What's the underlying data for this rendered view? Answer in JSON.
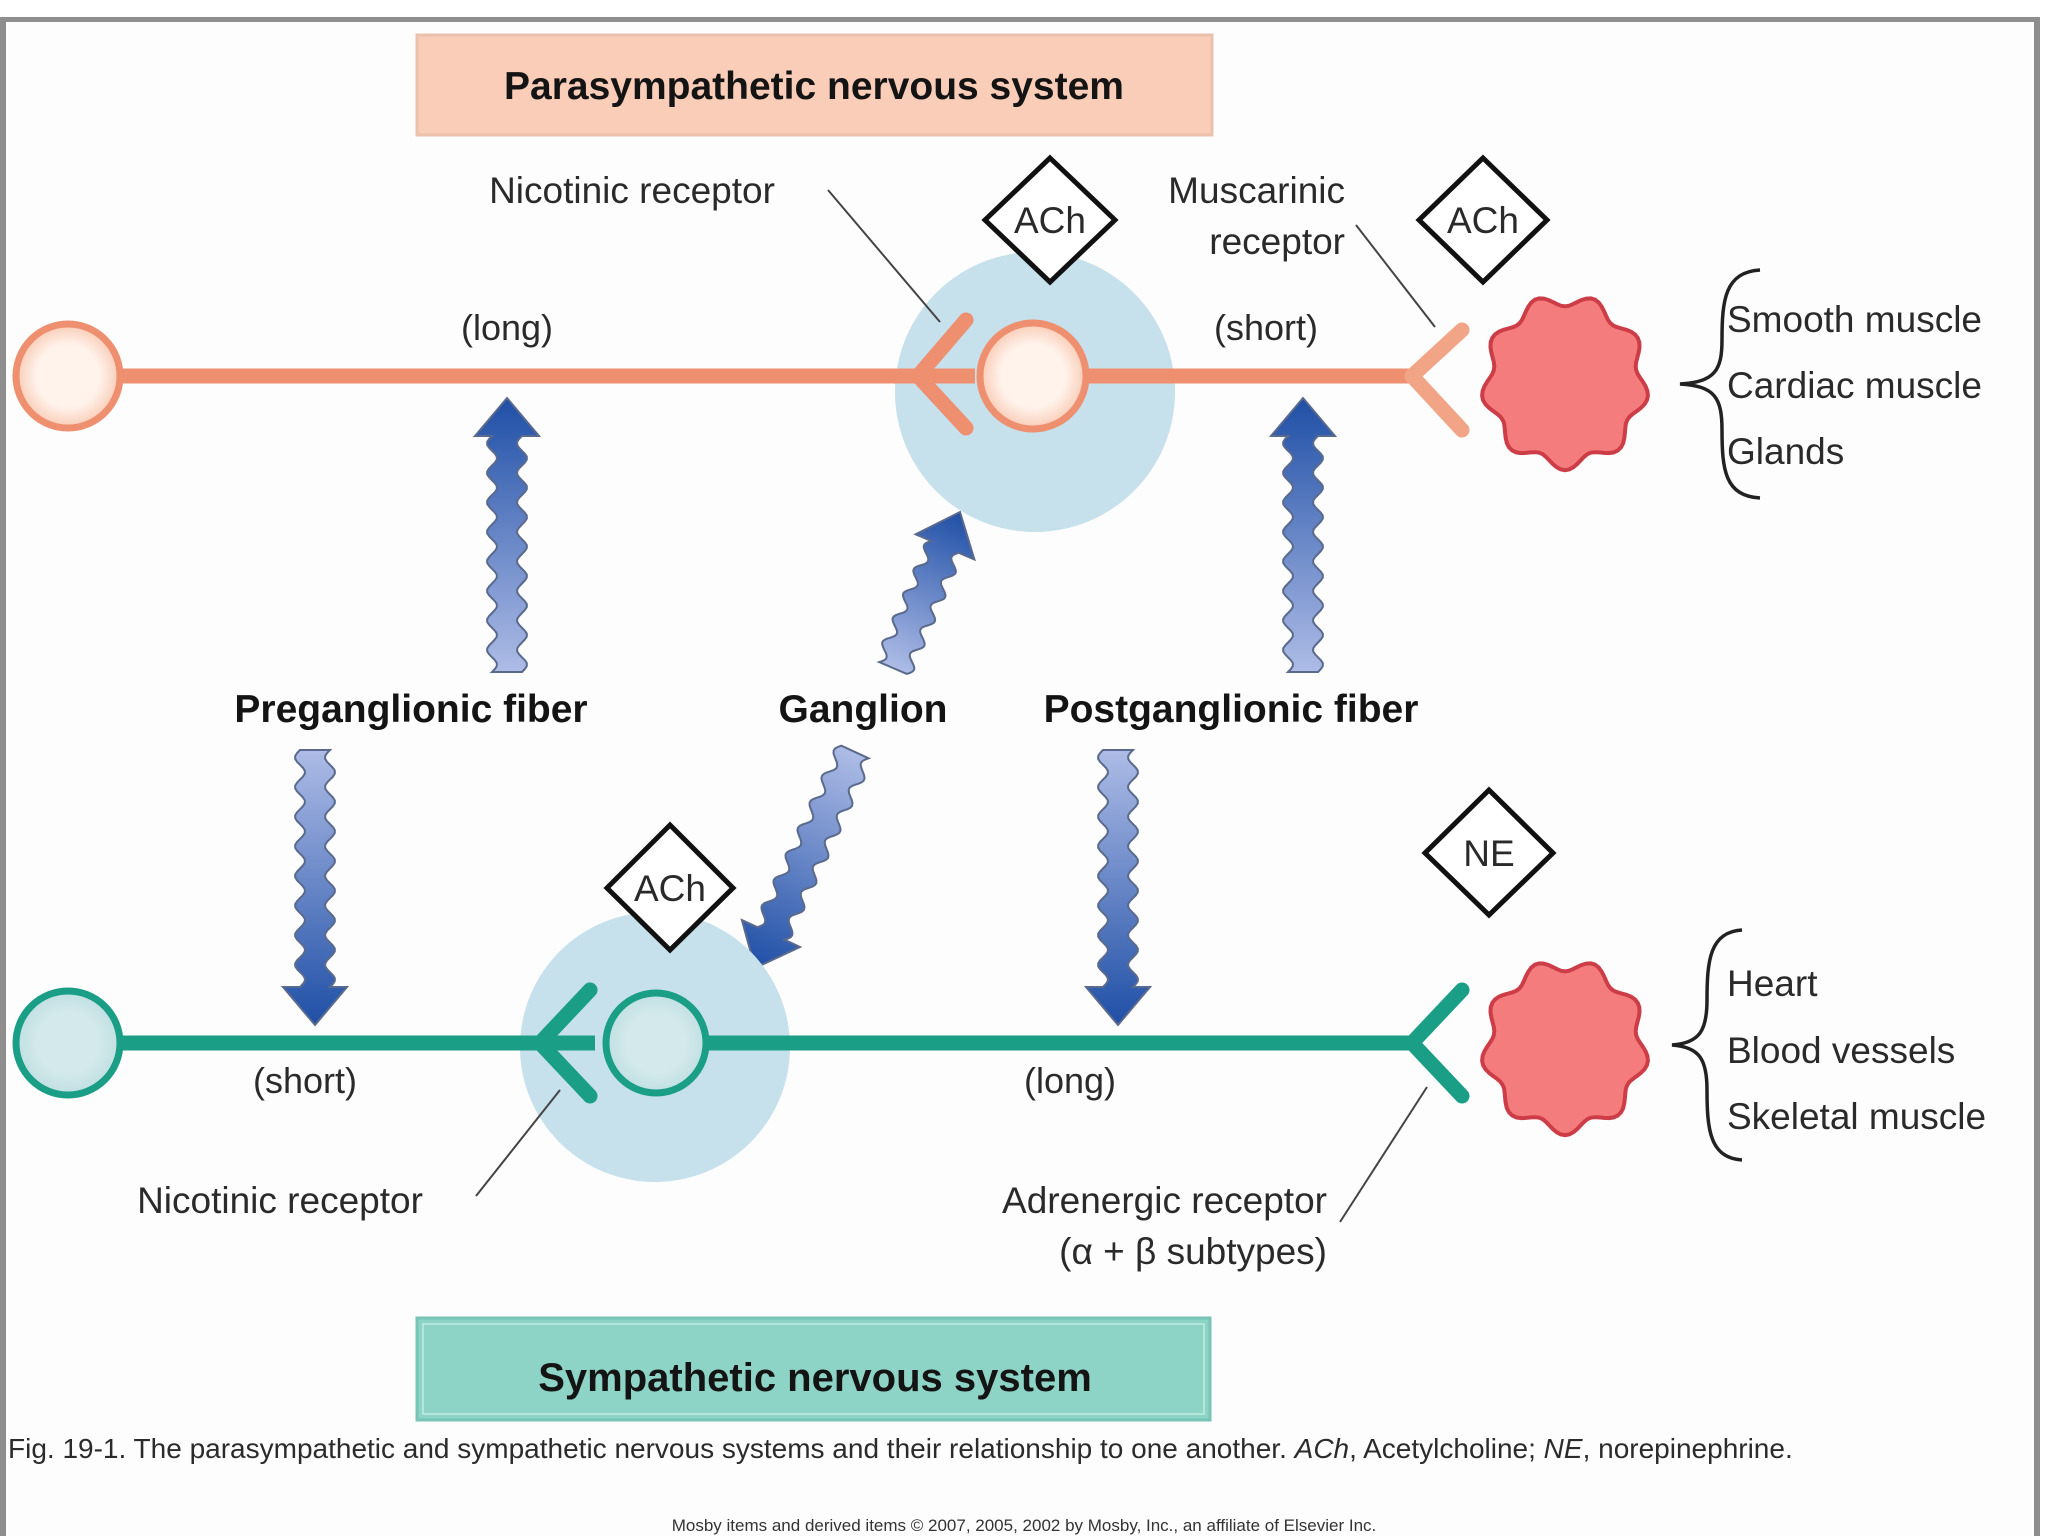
{
  "figure": {
    "title_parasympathetic": "Parasympathetic nervous system",
    "title_sympathetic": "Sympathetic nervous system",
    "parasympathetic": {
      "preganglionic_length": "(long)",
      "postganglionic_length": "(short)",
      "ganglion_receptor": "Nicotinic receptor",
      "target_receptor_line1": "Muscarinic",
      "target_receptor_line2": "receptor",
      "ganglion_neurotransmitter": "ACh",
      "target_neurotransmitter": "ACh",
      "effectors": [
        "Smooth muscle",
        "Cardiac muscle",
        "Glands"
      ]
    },
    "sympathetic": {
      "preganglionic_length": "(short)",
      "postganglionic_length": "(long)",
      "ganglion_receptor": "Nicotinic receptor",
      "target_receptor_line1": "Adrenergic receptor",
      "target_receptor_line2": "(α + β subtypes)",
      "ganglion_neurotransmitter": "ACh",
      "target_neurotransmitter": "NE",
      "effectors": [
        "Heart",
        "Blood vessels",
        "Skeletal muscle"
      ]
    },
    "center_labels": {
      "preganglionic": "Preganglionic fiber",
      "ganglion": "Ganglion",
      "postganglionic": "Postganglionic fiber"
    },
    "caption": {
      "prefix": "Fig. 19-1. The parasympathetic and sympathetic nervous systems and their relationship to one another. ",
      "abbr1": "ACh",
      "def1": ", Acetylcholine; ",
      "abbr2": "NE",
      "def2": ", norepinephrine."
    },
    "credit": "Mosby items and derived items © 2007, 2005, 2002 by Mosby, Inc., an affiliate of Elsevier Inc."
  },
  "colors": {
    "parasympathetic_fiber": "#EE9070",
    "parasympathetic_soma_fill": "#FDE6DA",
    "parasympathetic_header": "#F9CDB8",
    "sympathetic_fiber": "#1A9E86",
    "sympathetic_soma_fill": "#C7E4E6",
    "sympathetic_header": "#8DD4C6",
    "ganglion_halo": "#C6E0EC",
    "effector_fill": "#F47C7C",
    "effector_edge": "#CC3D47",
    "arrow_dark": "#1F4FA6",
    "arrow_light": "#AEBCE6"
  }
}
